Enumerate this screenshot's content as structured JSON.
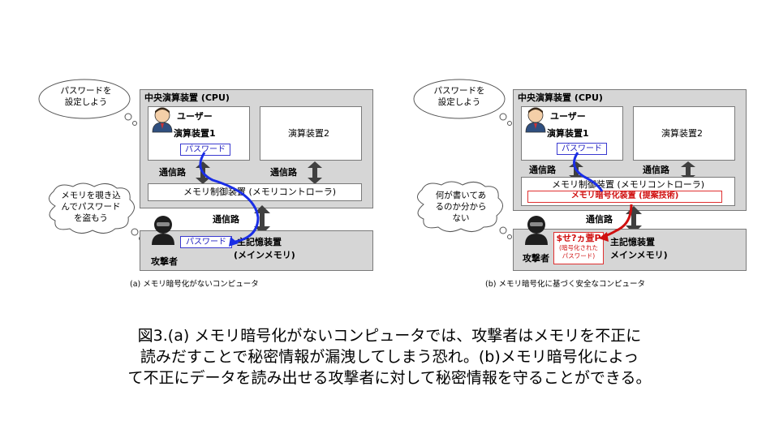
{
  "left": {
    "bubble_setpw": "パスワードを\n設定しよう",
    "cpu_label": "中央演算装置 (CPU)",
    "user_label": "ユーザー",
    "unit1_label": "演算装置1",
    "unit2_label": "演算装置2",
    "password_label": "パスワード",
    "bus_label_1": "通信路",
    "bus_label_2": "通信路",
    "bus_label_3": "通信路",
    "memctrl_label": "メモリ制御装置 (メモリコントローラ)",
    "bubble_attacker": "メモリを覗き込\nんでパスワード\nを盗もう",
    "mem_label": "主記憶装置",
    "mem_sublabel": "(メインメモリ)",
    "mem_password_label": "パスワード",
    "attacker_label": "攻撃者",
    "caption": "(a) メモリ暗号化がないコンピュータ"
  },
  "right": {
    "bubble_setpw": "パスワードを\n設定しよう",
    "cpu_label": "中央演算装置 (CPU)",
    "user_label": "ユーザー",
    "unit1_label": "演算装置1",
    "unit2_label": "演算装置2",
    "password_label": "パスワード",
    "bus_label_1": "通信路",
    "bus_label_2": "通信路",
    "bus_label_3": "通信路",
    "memctrl_label": "メモリ制御装置 (メモリコントローラ)",
    "encryptor_label": "メモリ暗号化装置 (提案技術)",
    "bubble_attacker": "何が書いてあ\nるのか分から\nない",
    "mem_label": "主記憶装置",
    "mem_sublabel": "メインメモリ)",
    "encrypted_text": "$せ?ヵ萱P",
    "encrypted_note": "(暗号化された\nパスワード)",
    "attacker_label": "攻撃者",
    "caption": "(b) メモリ暗号化に基づく安全なコンピュータ"
  },
  "caption_lines": [
    "図3.(a) メモリ暗号化がないコンピュータでは、攻撃者はメモリを不正に",
    "読みだすことで秘密情報が漏洩してしまう恐れ。(b)メモリ暗号化によっ",
    "て不正にデータを読み出せる攻撃者に対して秘密情報を守ることができる。"
  ],
  "colors": {
    "panel_gray": "#d6d6d6",
    "password_blue": "#2020c0",
    "flow_blue": "#1a2ee6",
    "encrypt_red": "#d01010"
  },
  "icons": [
    "user-icon",
    "attacker-icon",
    "bidirectional-arrow-icon",
    "thought-bubble-icon"
  ]
}
